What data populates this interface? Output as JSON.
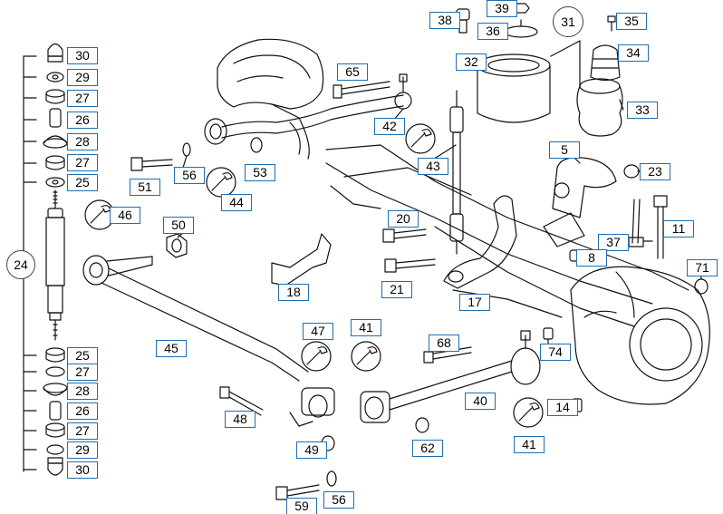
{
  "diagram": {
    "colors": {
      "callout_border": "#1f6fb0",
      "line": "#111111",
      "wrench_badge": "#555555"
    },
    "callouts": [
      {
        "id": "c30a",
        "label": "30"
      },
      {
        "id": "c29a",
        "label": "29"
      },
      {
        "id": "c27a",
        "label": "27"
      },
      {
        "id": "c26a",
        "label": "26"
      },
      {
        "id": "c28a",
        "label": "28"
      },
      {
        "id": "c27b",
        "label": "27"
      },
      {
        "id": "c25a",
        "label": "25"
      },
      {
        "id": "c24",
        "label": "24"
      },
      {
        "id": "c25b",
        "label": "25"
      },
      {
        "id": "c27c",
        "label": "27"
      },
      {
        "id": "c28b",
        "label": "28"
      },
      {
        "id": "c26b",
        "label": "26"
      },
      {
        "id": "c27d",
        "label": "27"
      },
      {
        "id": "c29b",
        "label": "29"
      },
      {
        "id": "c30b",
        "label": "30"
      },
      {
        "id": "c38",
        "label": "38"
      },
      {
        "id": "c39",
        "label": "39"
      },
      {
        "id": "c36",
        "label": "36"
      },
      {
        "id": "c31",
        "label": "31"
      },
      {
        "id": "c35",
        "label": "35"
      },
      {
        "id": "c34",
        "label": "34"
      },
      {
        "id": "c32",
        "label": "32"
      },
      {
        "id": "c33",
        "label": "33"
      },
      {
        "id": "c65",
        "label": "65"
      },
      {
        "id": "c42",
        "label": "42"
      },
      {
        "id": "c43",
        "label": "43"
      },
      {
        "id": "c5",
        "label": "5"
      },
      {
        "id": "c23",
        "label": "23"
      },
      {
        "id": "c51",
        "label": "51"
      },
      {
        "id": "c56a",
        "label": "56"
      },
      {
        "id": "c53",
        "label": "53"
      },
      {
        "id": "c44",
        "label": "44"
      },
      {
        "id": "c46",
        "label": "46"
      },
      {
        "id": "c50",
        "label": "50"
      },
      {
        "id": "c20",
        "label": "20"
      },
      {
        "id": "c11",
        "label": "11"
      },
      {
        "id": "c37",
        "label": "37"
      },
      {
        "id": "c8",
        "label": "8"
      },
      {
        "id": "c71",
        "label": "71"
      },
      {
        "id": "c18",
        "label": "18"
      },
      {
        "id": "c21",
        "label": "21"
      },
      {
        "id": "c17",
        "label": "17"
      },
      {
        "id": "c45",
        "label": "45"
      },
      {
        "id": "c47",
        "label": "47"
      },
      {
        "id": "c41a",
        "label": "41"
      },
      {
        "id": "c68",
        "label": "68"
      },
      {
        "id": "c74",
        "label": "74"
      },
      {
        "id": "c40",
        "label": "40"
      },
      {
        "id": "c48",
        "label": "48"
      },
      {
        "id": "c14",
        "label": "14"
      },
      {
        "id": "c49",
        "label": "49"
      },
      {
        "id": "c62",
        "label": "62"
      },
      {
        "id": "c41b",
        "label": "41"
      },
      {
        "id": "c56b",
        "label": "56"
      },
      {
        "id": "c59",
        "label": "59"
      }
    ]
  }
}
